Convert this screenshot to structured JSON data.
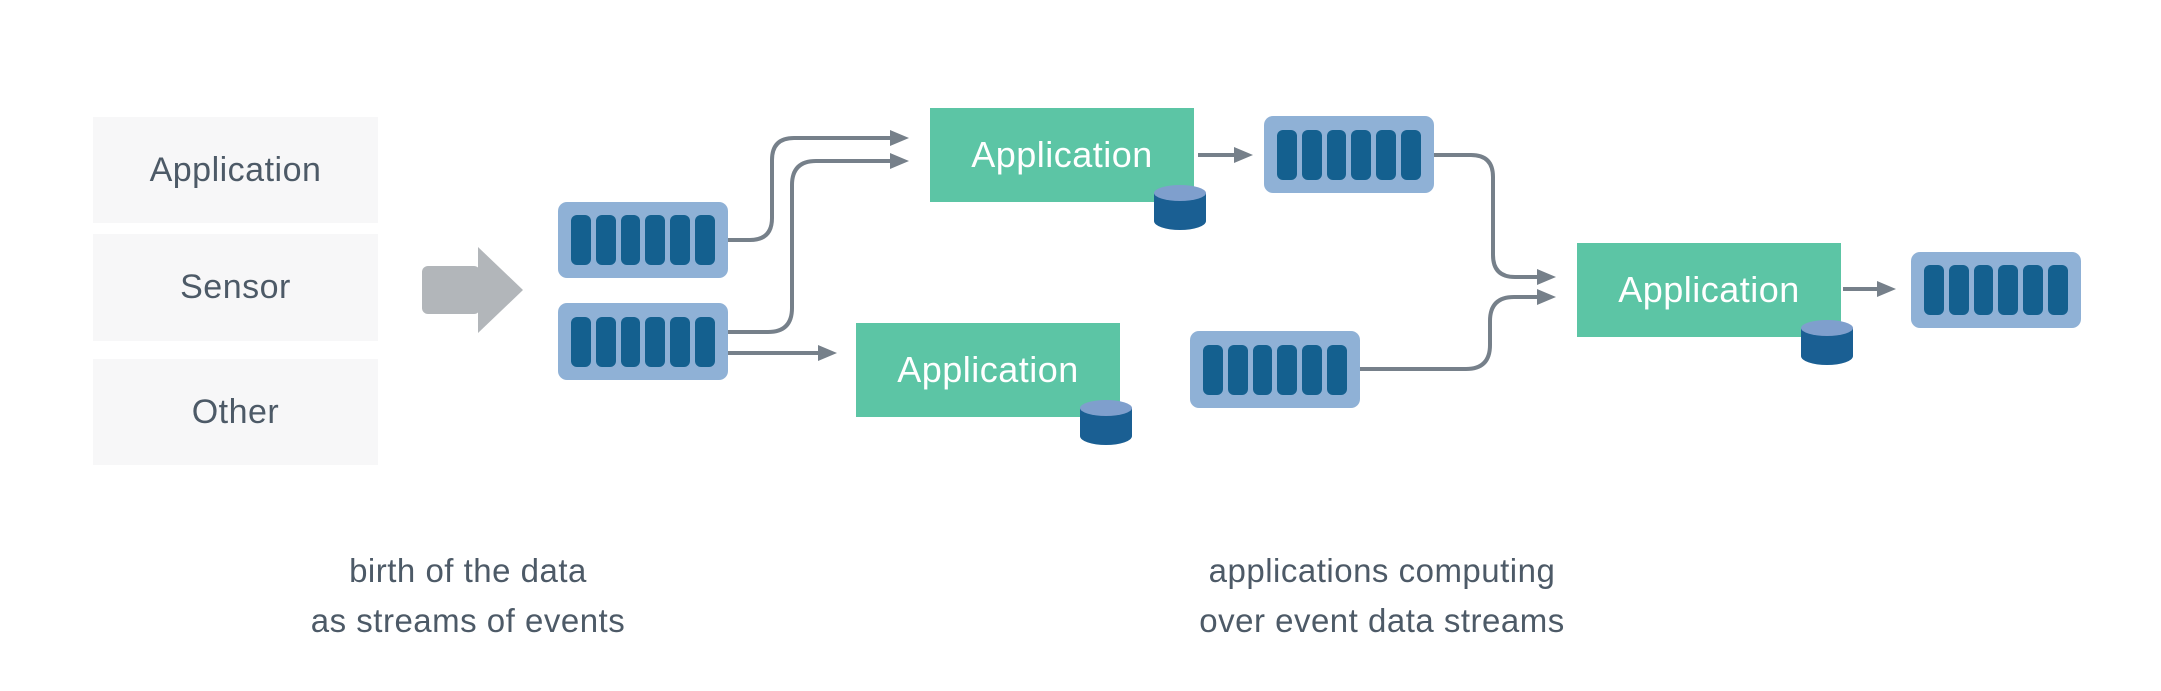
{
  "sources": [
    {
      "label": "Application"
    },
    {
      "label": "Sensor"
    },
    {
      "label": "Other"
    }
  ],
  "apps": [
    {
      "label": "Application"
    },
    {
      "label": "Application"
    },
    {
      "label": "Application"
    }
  ],
  "captions": {
    "left_line1": "birth of the data",
    "left_line2": "as streams of events",
    "right_line1": "applications computing",
    "right_line2": "over event data streams"
  },
  "icons": {
    "stream": "event-stream-icon",
    "database": "database-cylinder-icon",
    "ingest": "ingest-arrow-icon",
    "connectors": "connector-arrow-lines"
  },
  "colors": {
    "green": "#5cc5a5",
    "streamOuter": "#8fb1d6",
    "streamBar": "#14608f",
    "cylTop": "#7f9fcd",
    "cylBody": "#1a5f93",
    "connector": "#76808a",
    "bigArrow": "#b2b6ba",
    "sourceBg": "#f7f7f8",
    "text": "#4d5a67"
  }
}
